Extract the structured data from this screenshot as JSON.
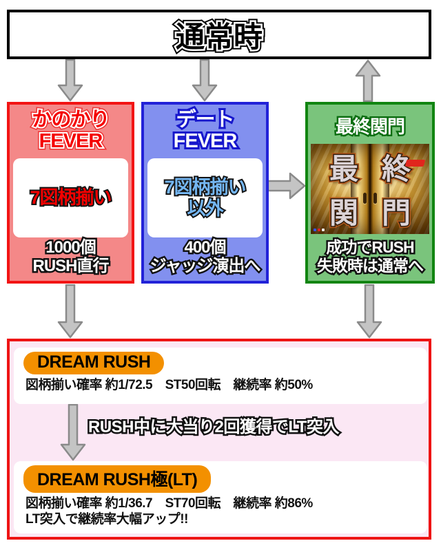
{
  "colors": {
    "red_border": "#f21414",
    "red_fill": "#f48888",
    "red_text": "#f50000",
    "blue_border": "#2222d8",
    "blue_fill": "#8290ef",
    "light_blue_text": "#74b6f2",
    "green_border": "#118511",
    "green_fill": "#7ac47c",
    "pink_bg": "#fbe7f4",
    "panel_border_red": "#ee1414",
    "orange_pill": "#f39000",
    "arrow_gray": "#c4c4c4",
    "gate_gold": "#d4a137"
  },
  "top_box": {
    "label": "通常時"
  },
  "kanokari_box": {
    "title_line1": "かのかり",
    "title_line2": "FEVER",
    "condition": "7図柄揃い",
    "result_line1": "1000個",
    "result_line2": "RUSH直行"
  },
  "date_box": {
    "title_line1": "デート",
    "title_line2": "FEVER",
    "condition_line1": "7図柄揃い",
    "condition_line2": "以外",
    "result_line1": "400個",
    "result_line2": "ジャッジ演出へ"
  },
  "final_gate_box": {
    "title": "最終関門",
    "kanji1": "最",
    "kanji2": "終",
    "kanji3": "関",
    "kanji4": "門",
    "result_line1": "成功でRUSH",
    "result_line2": "失敗時は通常へ"
  },
  "rush_panel": {
    "dream_rush_label": "DREAM RUSH",
    "dream_rush_stats": "図柄揃い確率 約1/72.5　ST50回転　継続率 約50%",
    "lt_entry_note": "RUSH中に大当り2回獲得でLT突入",
    "dream_rush_lt_label": "DREAM RUSH極(LT)",
    "dream_rush_lt_stats": "図柄揃い確率 約1/36.7　ST70回転　継続率 約86%",
    "dream_rush_lt_note": "LT突入で継続率大幅アップ!!"
  }
}
